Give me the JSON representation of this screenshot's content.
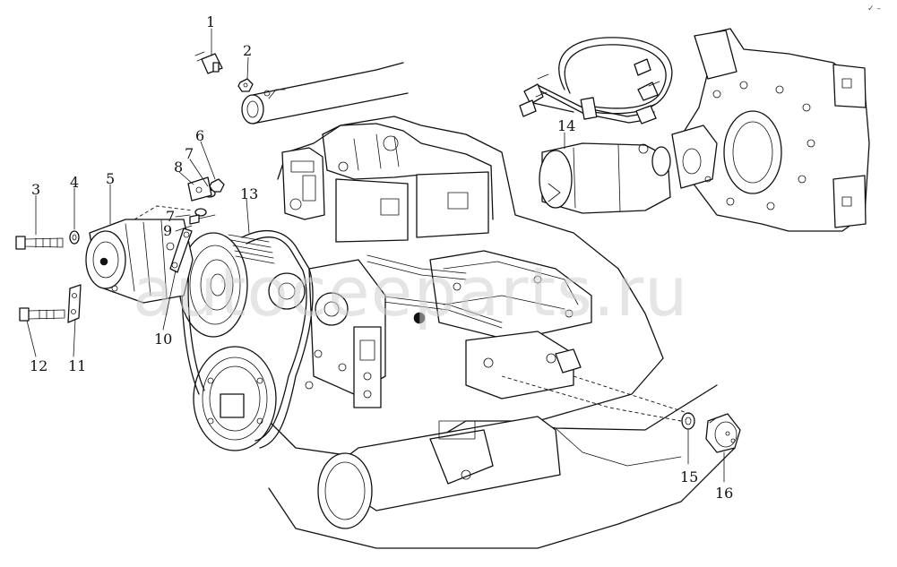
{
  "diagram": {
    "corner_mark": "✓ –",
    "watermark": "autoceeparts.ru",
    "callouts": [
      {
        "id": "c1",
        "text": "1"
      },
      {
        "id": "c2",
        "text": "2"
      },
      {
        "id": "c3",
        "text": "3"
      },
      {
        "id": "c4",
        "text": "4"
      },
      {
        "id": "c5",
        "text": "5"
      },
      {
        "id": "c6",
        "text": "6"
      },
      {
        "id": "c7a",
        "text": "7"
      },
      {
        "id": "c8",
        "text": "8"
      },
      {
        "id": "c7b",
        "text": "7"
      },
      {
        "id": "c9",
        "text": "9"
      },
      {
        "id": "c10",
        "text": "10"
      },
      {
        "id": "c11",
        "text": "11"
      },
      {
        "id": "c12",
        "text": "12"
      },
      {
        "id": "c13",
        "text": "13"
      },
      {
        "id": "c14",
        "text": "14"
      },
      {
        "id": "c15",
        "text": "15"
      },
      {
        "id": "c16",
        "text": "16"
      }
    ]
  }
}
